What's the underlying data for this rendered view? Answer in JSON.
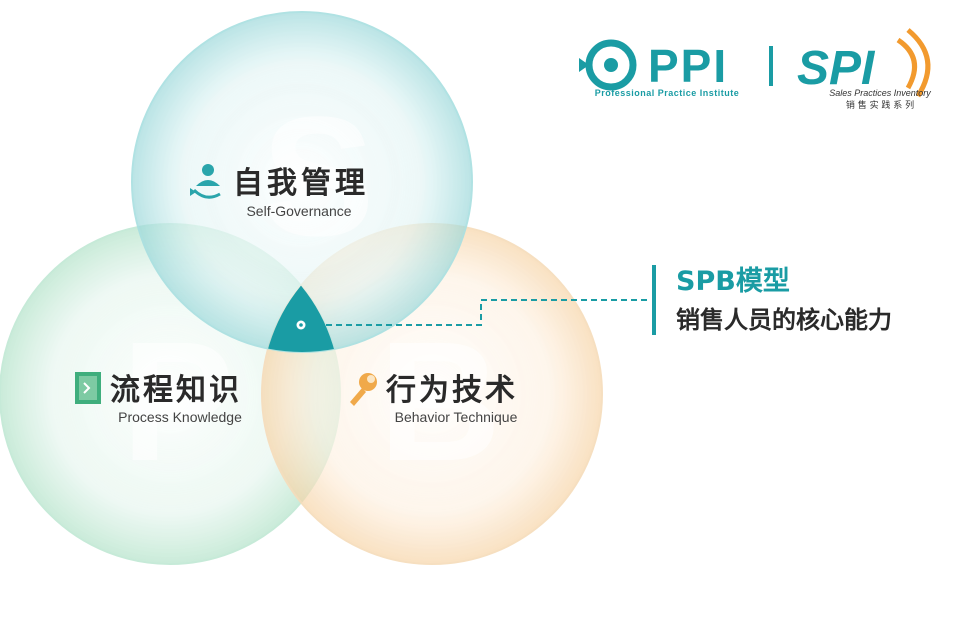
{
  "logo": {
    "ppi_mark": "PPI",
    "ppi_caption": "Professional Practice Institute",
    "spi_mark": "SPI",
    "spi_caption": "Sales Practices Inventory",
    "spi_caption_cn": "销 售 实 践 系 列"
  },
  "circles": {
    "self": {
      "watermark": "S",
      "title": "自我管理",
      "subtitle": "Self-Governance",
      "icon": "person-arrow-icon",
      "color": "#5cc4c6"
    },
    "process": {
      "watermark": "P",
      "title": "流程知识",
      "subtitle": "Process Knowledge",
      "icon": "door-arrow-icon",
      "color": "#8fd4b4"
    },
    "behavior": {
      "watermark": "B",
      "title": "行为技术",
      "subtitle": "Behavior Technique",
      "icon": "wrench-icon",
      "color": "#f5c78a"
    }
  },
  "callout": {
    "title": "SPB模型",
    "subtitle": "销售人员的核心能力"
  },
  "colors": {
    "accent_teal": "#1a9ca4",
    "logo_orange": "#f29a2e",
    "text_dark": "#2a2a2a"
  }
}
